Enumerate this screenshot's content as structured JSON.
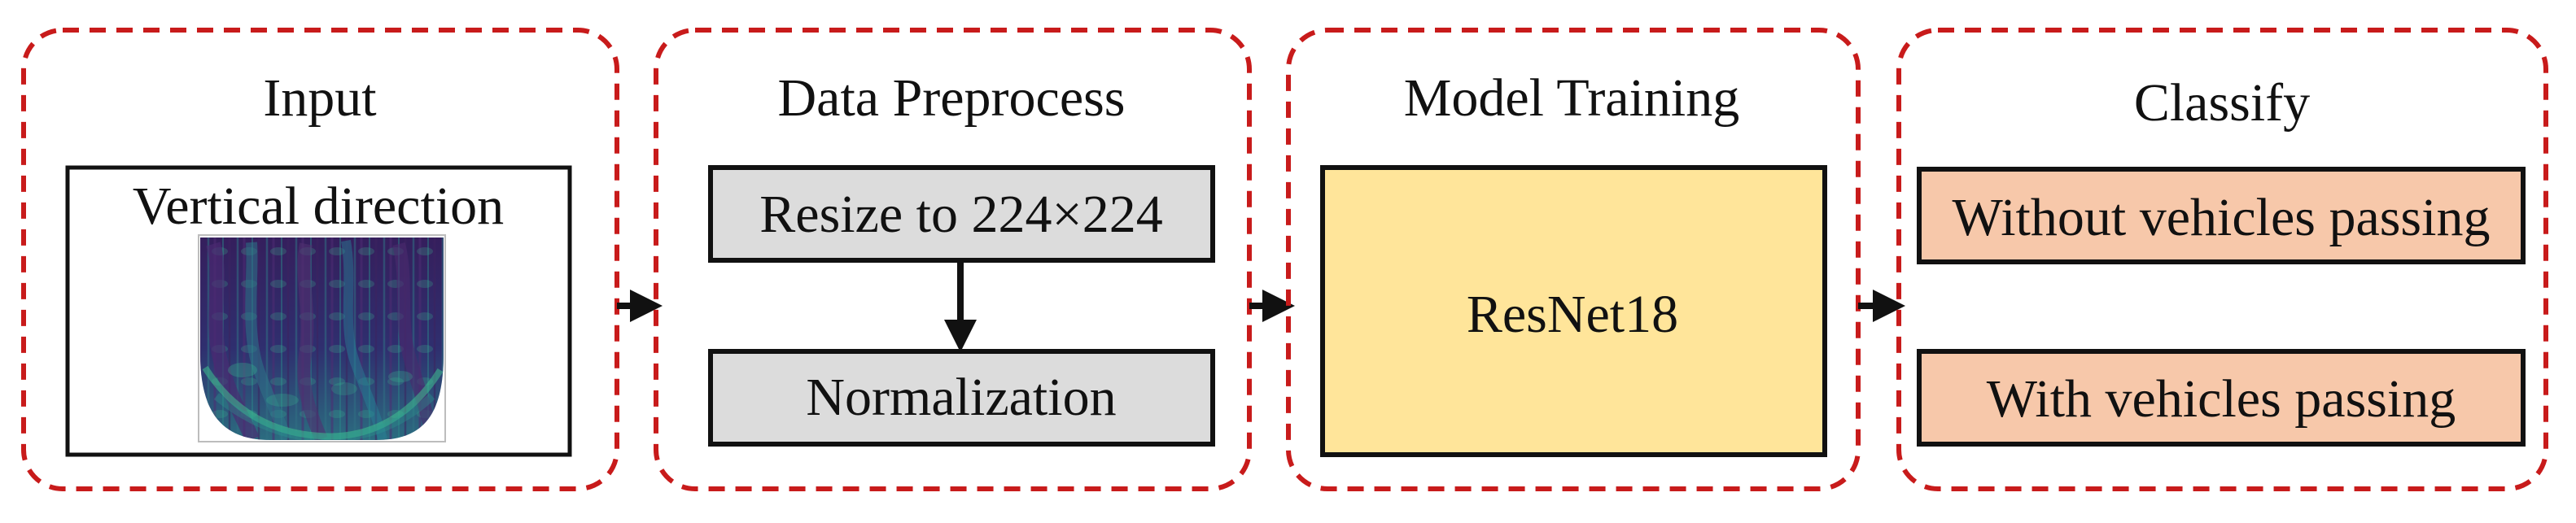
{
  "colors": {
    "stage_border": "#c81b1b",
    "preprocess_box": "#dcdcdc",
    "model_box": "#ffe59a",
    "class_box": "#f7c8aa",
    "spectrogram_bg": "#3d1e62",
    "spectrogram_accent": "#39b88f"
  },
  "stages": {
    "input": {
      "title": "Input",
      "image_label": "Vertical direction"
    },
    "preprocess": {
      "title": "Data Preprocess",
      "resize_label": "Resize to 224×224",
      "normalization_label": "Normalization"
    },
    "training": {
      "title": "Model Training",
      "model_label": "ResNet18"
    },
    "classify": {
      "title": "Classify",
      "class_1": "Without vehicles passing",
      "class_2": "With vehicles passing"
    }
  },
  "icons": {
    "input_image": "spectrogram-icon",
    "flow_arrow": "arrow-right-icon",
    "process_arrow": "arrow-down-icon"
  }
}
